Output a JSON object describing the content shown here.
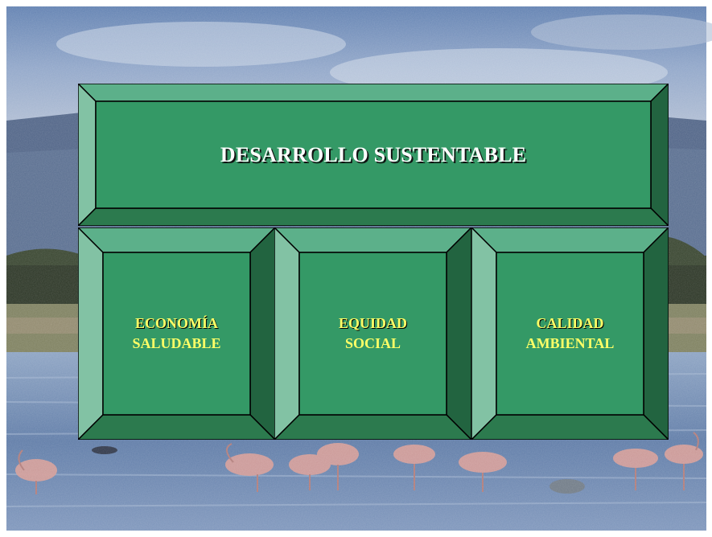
{
  "colors": {
    "bevel_top": "#5cb08a",
    "bevel_left": "#82c2a4",
    "bevel_right": "#226440",
    "bevel_bottom": "#2c7a4e",
    "face": "#349966",
    "title_text": "#ffffff",
    "box_text": "#ffff66"
  },
  "background": {
    "description_icon": "flamingo-lake-photo"
  },
  "diagram": {
    "title": "DESARROLLO SUSTENTABLE",
    "pillars": [
      {
        "line1": "ECONOMÍA",
        "line2": "SALUDABLE"
      },
      {
        "line1": "EQUIDAD",
        "line2": "SOCIAL"
      },
      {
        "line1": "CALIDAD",
        "line2": "AMBIENTAL"
      }
    ]
  }
}
